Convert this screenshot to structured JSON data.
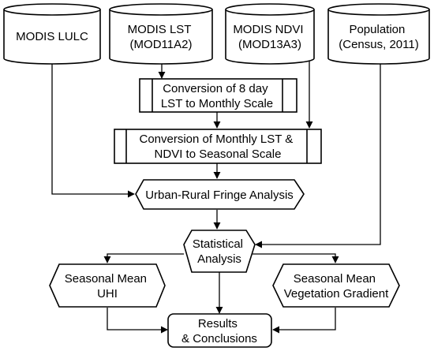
{
  "nodes": {
    "modis_lulc": [
      "MODIS LULC"
    ],
    "modis_lst": [
      "MODIS LST",
      "(MOD11A2)"
    ],
    "modis_ndvi": [
      "MODIS NDVI",
      "(MOD13A3)"
    ],
    "population": [
      "Population",
      "(Census, 2011)"
    ],
    "conv_monthly": [
      "Conversion of 8 day",
      "LST to Monthly Scale"
    ],
    "conv_seasonal": [
      "Conversion of Monthly LST &",
      "NDVI to Seasonal Scale"
    ],
    "urban_rural": [
      "Urban-Rural Fringe Analysis"
    ],
    "statistical": [
      "Statistical",
      "Analysis"
    ],
    "mean_uhi": [
      "Seasonal Mean",
      "UHI"
    ],
    "mean_veg": [
      "Seasonal Mean",
      "Vegetation Gradient"
    ],
    "results": [
      "Results",
      "& Conclusions"
    ]
  },
  "colors": {
    "stroke": "#000000",
    "fill": "#ffffff"
  }
}
